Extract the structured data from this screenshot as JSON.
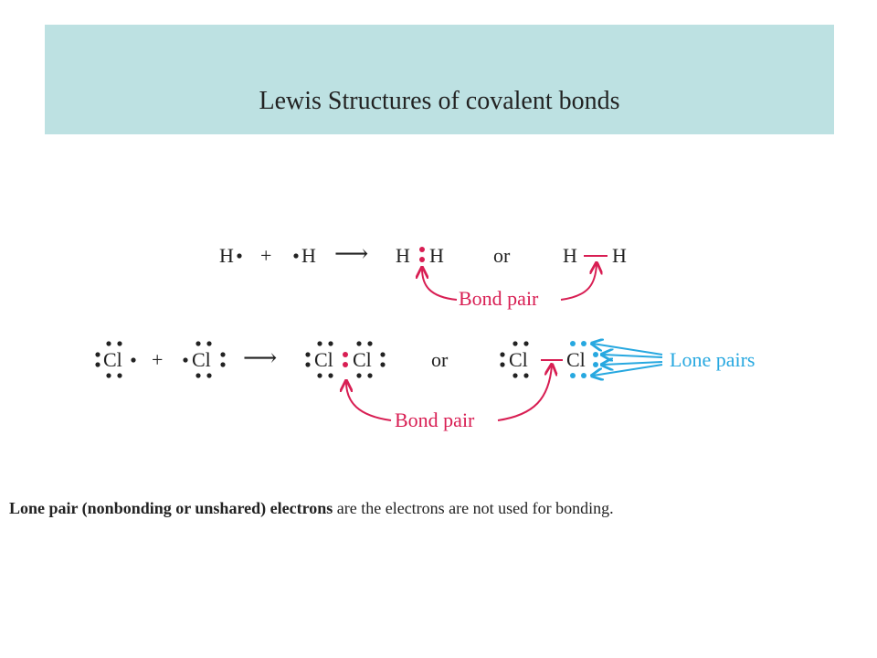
{
  "header": {
    "title": "Lewis  Structures of covalent bonds"
  },
  "row1": {
    "h_left": "H",
    "plus": "+",
    "h_right": "H",
    "arrow": "⟶",
    "prod_h1": "H",
    "prod_h2": "H",
    "or": "or",
    "alt_h1": "H",
    "alt_h2": "H",
    "bond_label": "Bond pair"
  },
  "row2": {
    "cl_a": "Cl",
    "plus": "+",
    "cl_b": "Cl",
    "arrow": "⟶",
    "prod_cl1": "Cl",
    "prod_cl2": "Cl",
    "or": "or",
    "alt_cl1": "Cl",
    "alt_cl2": "Cl",
    "lone_label": "Lone pairs",
    "bond_label": "Bond pair"
  },
  "caption": {
    "bold": "Lone pair (nonbonding or unshared) electrons",
    "rest": " are the electrons are not used for bonding."
  },
  "colors": {
    "band": "#bde1e2",
    "bond": "#d81e53",
    "lone": "#27a8e0",
    "text": "#222222"
  }
}
